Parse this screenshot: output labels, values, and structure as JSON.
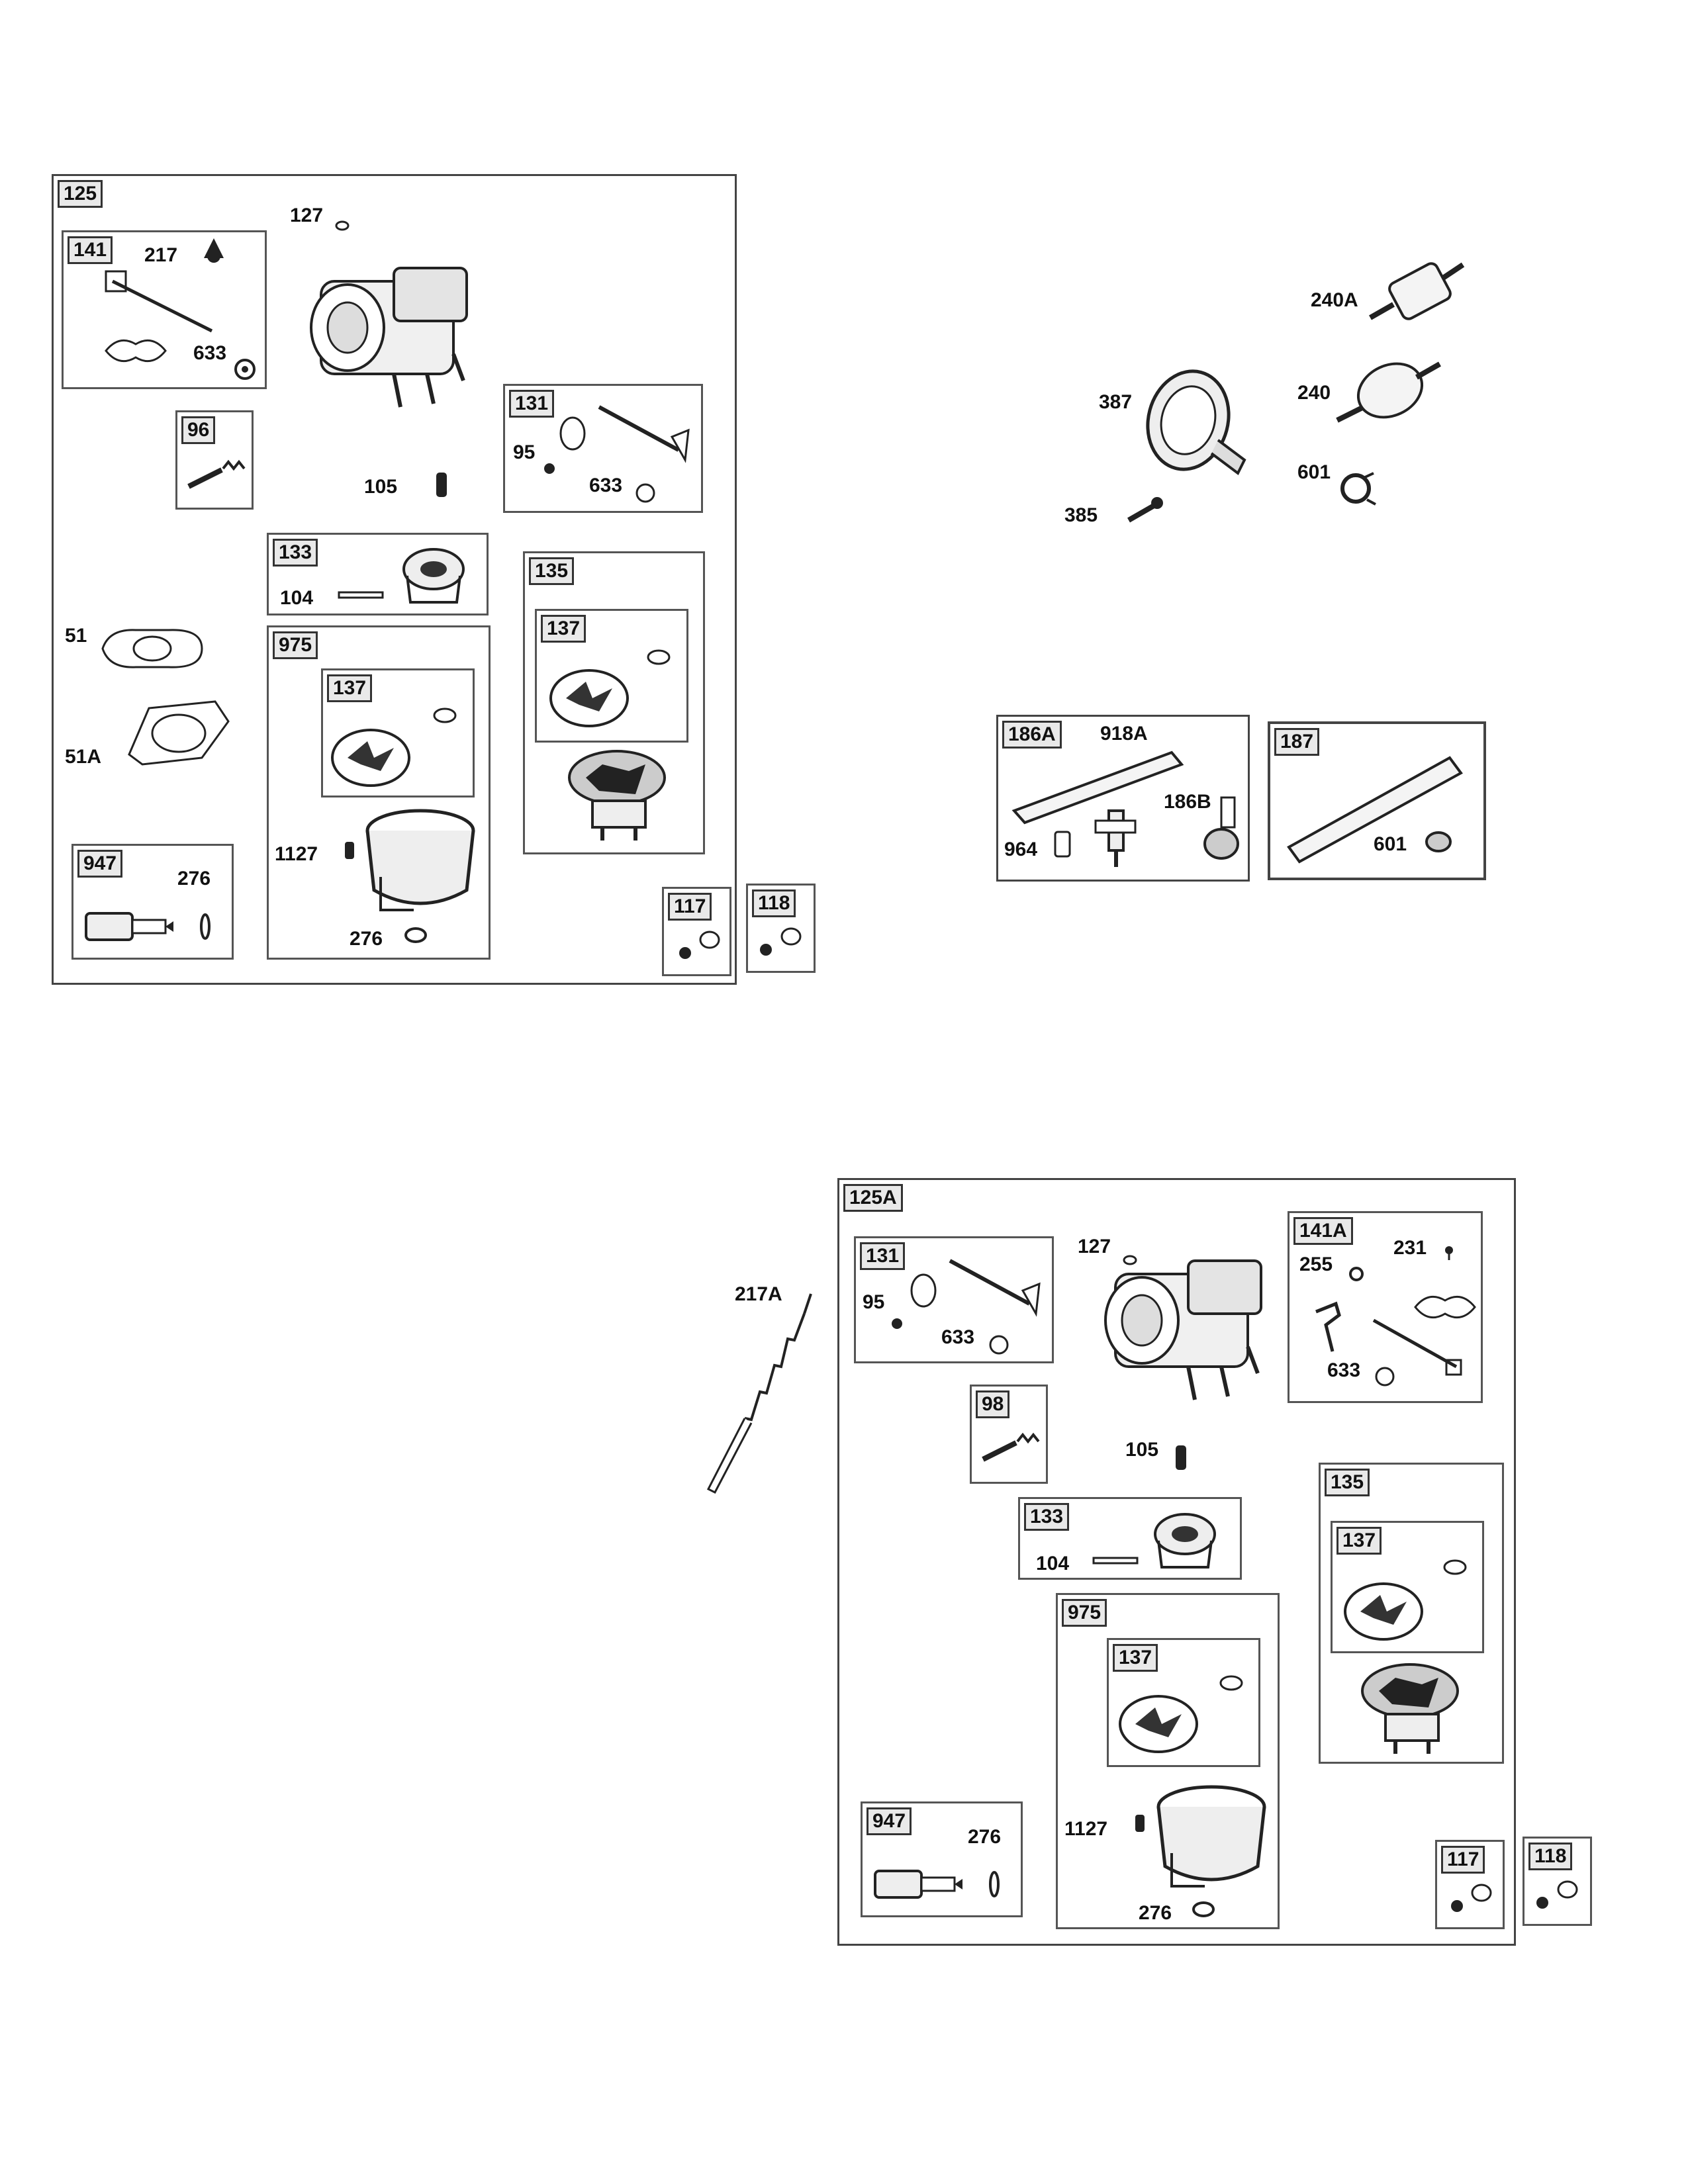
{
  "upper_left": {
    "outer_tag": "125",
    "tags": {
      "choke": "141",
      "b96": "96",
      "shaft": "131",
      "b133": "133",
      "b135": "135",
      "b137a": "137",
      "b975": "975",
      "b137b": "137",
      "b947": "947",
      "b117": "117",
      "b118": "118"
    },
    "labels": {
      "l127": "127",
      "l217": "217",
      "l633a": "633",
      "l105": "105",
      "l95": "95",
      "l633b": "633",
      "l104": "104",
      "l51": "51",
      "l51a": "51A",
      "l1127": "1127",
      "l276a": "276",
      "l276b": "276"
    }
  },
  "fuel_pump": {
    "labels": {
      "l240a": "240A",
      "l387": "387",
      "l240": "240",
      "l601": "601",
      "l385": "385"
    }
  },
  "fuel_line": {
    "tags": {
      "b186a": "186A",
      "b187": "187"
    },
    "labels": {
      "l918a": "918A",
      "l186b": "186B",
      "l964": "964",
      "l601": "601"
    }
  },
  "lower_right": {
    "outer_tag": "125A",
    "tags": {
      "shaft": "131",
      "choke": "141A",
      "b98": "98",
      "b133": "133",
      "b135": "135",
      "b137a": "137",
      "b975": "975",
      "b137b": "137",
      "b947": "947",
      "b117": "117",
      "b118": "118"
    },
    "labels": {
      "l217a": "217A",
      "l95": "95",
      "l633a": "633",
      "l127": "127",
      "l255": "255",
      "l231": "231",
      "l633b": "633",
      "l105": "105",
      "l104": "104",
      "l1127": "1127",
      "l276a": "276",
      "l276b": "276"
    }
  }
}
